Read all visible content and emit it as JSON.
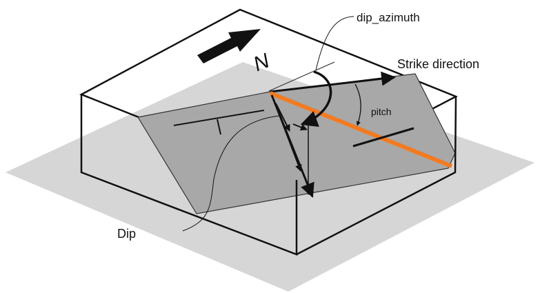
{
  "labels": {
    "dip_azimuth": "dip_azimuth",
    "strike_direction": "Strike direction",
    "pitch": "pitch",
    "dip": "Dip",
    "north": "N"
  },
  "colors": {
    "ground": "#d6d6d6",
    "fault_plane": "#a8a8a8",
    "strike_line": "#f47a20",
    "outline": "#111111"
  },
  "icons": [
    "north-arrow-icon"
  ]
}
